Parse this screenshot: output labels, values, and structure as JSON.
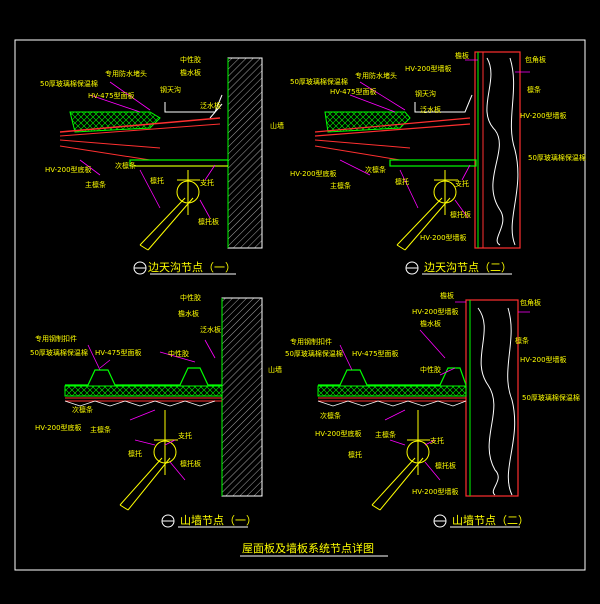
{
  "drawing": {
    "title": "屋面板及墙板系统节点详图",
    "colors": {
      "background": "#000000",
      "frame": "#ffffff",
      "label": "#ffff00",
      "leader": "#ff00ff",
      "steel": "#ffff00",
      "panel": "#00ff00",
      "insulation": "#00c8ff",
      "wall": "#ffffff",
      "gutter": "#ff3030",
      "hatch": "#cfcfcf"
    }
  },
  "details": [
    {
      "title": "边天沟节点（一）",
      "labels": [
        "中性胶",
        "檐水板",
        "专用防水堵头",
        "50厚玻璃棉保温棉",
        "HV-475型面板",
        "钢天沟",
        "泛水板",
        "山墙",
        "HV-200型底板",
        "次檩条",
        "檩托",
        "支托",
        "主檩条",
        "檩托板"
      ]
    },
    {
      "title": "边天沟节点（二）",
      "labels": [
        "檐板",
        "包角板",
        "50厚玻璃棉保温棉",
        "HV-200型墙板",
        "专用防水堵头",
        "HV-475型面板",
        "钢天沟",
        "泛水板",
        "檩条",
        "HV-200型墙板",
        "50厚玻璃棉保温棉",
        "HV-200型底板",
        "次檩条",
        "檩托",
        "支托",
        "主檩条",
        "檩托板",
        "HV-200型墙板"
      ]
    },
    {
      "title": "山墙节点（一）",
      "labels": [
        "中性胶",
        "檐水板",
        "专用钢制扣件",
        "泛水板",
        "50厚玻璃棉保温棉",
        "HV-475型面板",
        "中性胶",
        "山墙",
        "次檩条",
        "HV-200型底板",
        "主檩条",
        "支托",
        "檩托",
        "檩托板"
      ]
    },
    {
      "title": "山墙节点（二）",
      "labels": [
        "檐板",
        "包角板",
        "HV-200型墙板",
        "檐水板",
        "专用钢制扣件",
        "檩条",
        "50厚玻璃棉保温棉",
        "HV-475型面板",
        "中性胶",
        "HV-200型墙板",
        "次檩条",
        "HV-200型底板",
        "主檩条",
        "50厚玻璃棉保温棉",
        "支托",
        "檩托",
        "檩托板",
        "HV-200型墙板"
      ]
    }
  ]
}
